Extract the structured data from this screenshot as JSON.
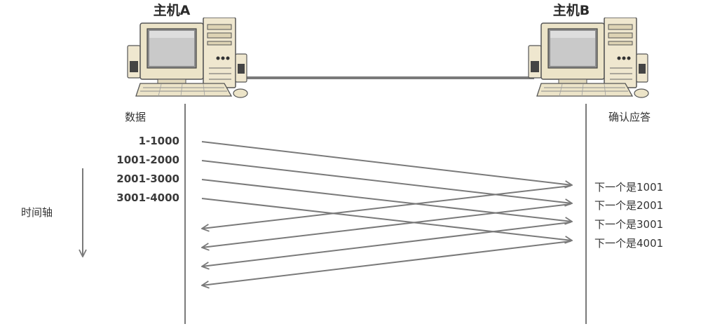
{
  "host_a": {
    "title": "主机A",
    "column_label": "数据"
  },
  "host_b": {
    "title": "主机B",
    "column_label": "确认应答"
  },
  "time_axis_label": "时间轴",
  "data_segments": [
    "1-1000",
    "1001-2000",
    "2001-3000",
    "3001-4000"
  ],
  "acks": [
    "下一个是1001",
    "下一个是2001",
    "下一个是3001",
    "下一个是4001"
  ],
  "colors": {
    "line": "#7a7a7a",
    "text": "#333333"
  },
  "icons": [
    "computer-icon",
    "computer-icon"
  ]
}
